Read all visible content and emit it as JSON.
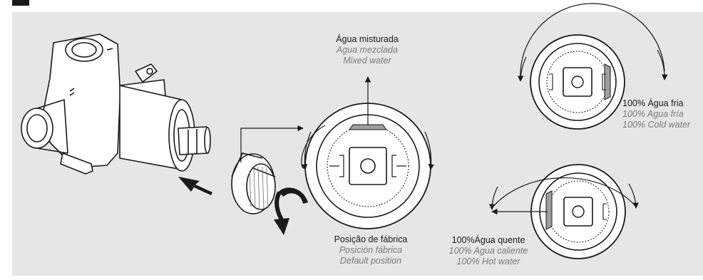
{
  "labels": {
    "mixed": {
      "pt": "Água misturada",
      "es": "Agua mezclada",
      "en": "Mixed water"
    },
    "default": {
      "pt": "Posição de fábrica",
      "es": "Posición fábrica",
      "en": "Default position"
    },
    "cold": {
      "pt": "100% Água fria",
      "es": "100% Agua fría",
      "en": "100% Cold water"
    },
    "hot": {
      "pt": "100%Água quente",
      "es": "100% Agua caliente",
      "en": "100% Hot water"
    }
  },
  "colors": {
    "background": "#e6e6e6",
    "line": "#1a1a1a",
    "secondary_text": "#7a7a7a",
    "band_fill": "#9e9e9e"
  },
  "icons": [
    "valve-body-icon",
    "cap-ring-icon",
    "push-arrow-icon",
    "rotate-arrow-icon"
  ]
}
